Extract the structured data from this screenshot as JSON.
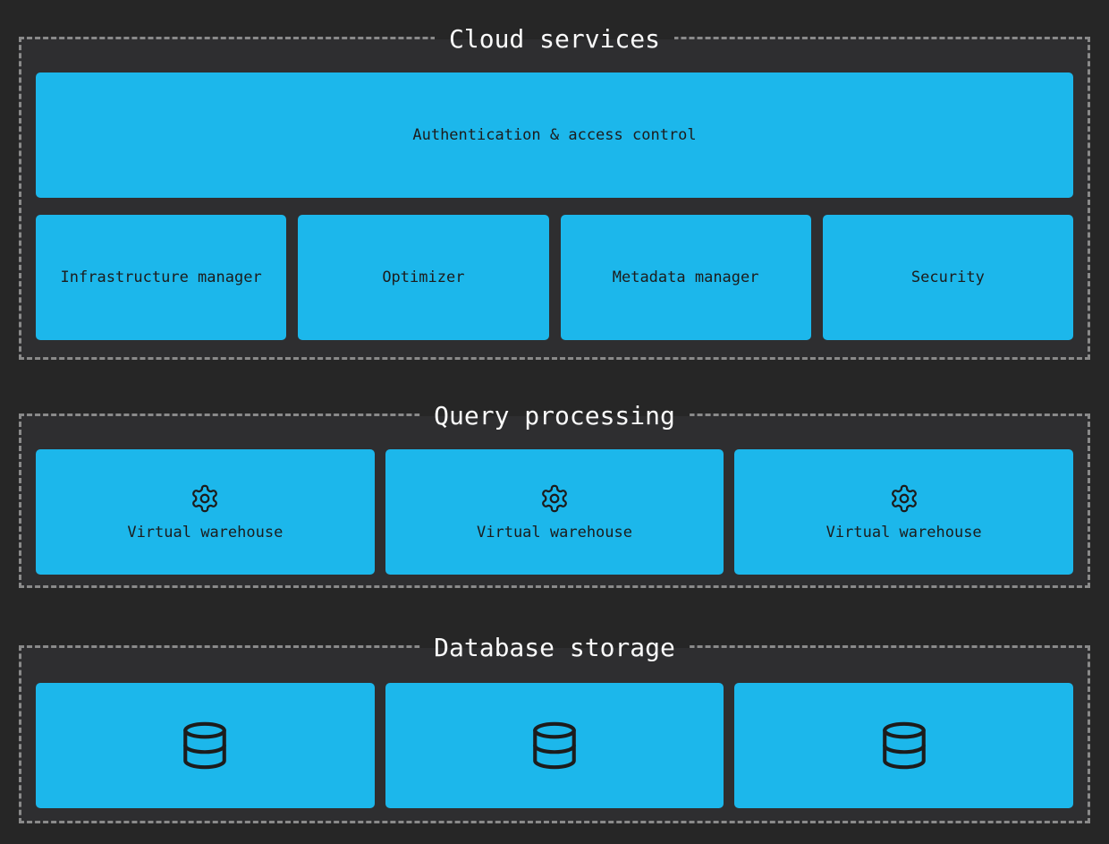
{
  "colors": {
    "page_bg": "#262626",
    "section_bg": "#2e2e30",
    "section_border": "#8a8a8a",
    "node_fill": "#1cb7eb",
    "node_text": "#1c1c1c",
    "title_text": "#fafafa"
  },
  "sections": [
    {
      "title": "Cloud services",
      "wide_box": {
        "label": "Authentication & access control"
      },
      "boxes": [
        {
          "label": "Infrastructure manager"
        },
        {
          "label": "Optimizer"
        },
        {
          "label": "Metadata manager"
        },
        {
          "label": "Security"
        }
      ]
    },
    {
      "title": "Query processing",
      "boxes": [
        {
          "icon": "gear-icon",
          "label": "Virtual warehouse"
        },
        {
          "icon": "gear-icon",
          "label": "Virtual warehouse"
        },
        {
          "icon": "gear-icon",
          "label": "Virtual warehouse"
        }
      ]
    },
    {
      "title": "Database storage",
      "boxes": [
        {
          "icon": "database-icon"
        },
        {
          "icon": "database-icon"
        },
        {
          "icon": "database-icon"
        }
      ]
    }
  ]
}
